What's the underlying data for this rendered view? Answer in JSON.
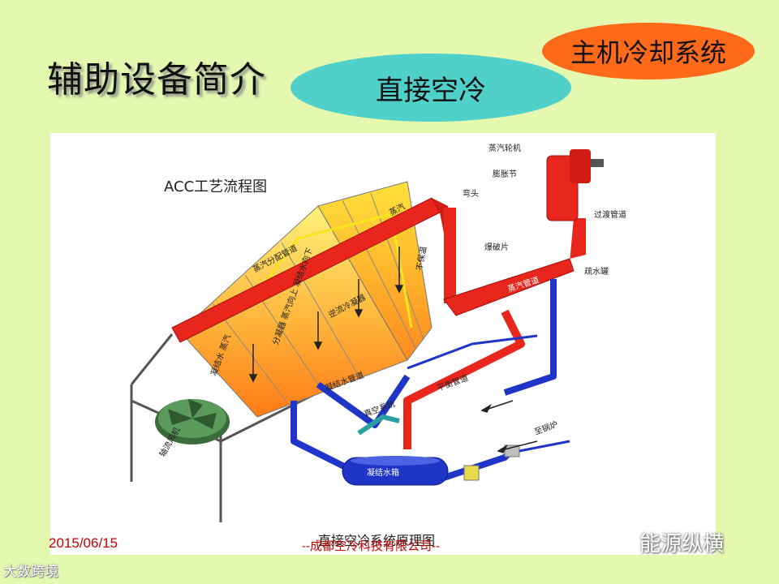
{
  "header": {
    "title": "辅助设备简介",
    "pill_a": "直接空冷",
    "pill_b": "主机冷却系统"
  },
  "diagram": {
    "heading": "ACC工艺流程图",
    "caption": "直接空冷系统原理图",
    "labels": {
      "turbine": "蒸汽轮机",
      "expansion": "膨胀节",
      "elbow": "弯头",
      "exhaust": "过渡管道",
      "steam": "蒸汽",
      "distribution": "蒸汽分配管道",
      "rupture": "爆破片",
      "drain": "疏水罐",
      "main_pipe": "蒸汽管道",
      "condensate_steam": "凝结水\n蒸汽",
      "dephlegmator": "分凝器\n蒸汽向上\n凝结水向下",
      "counterflow": "逆流冷凝器",
      "condensate_pipe": "凝结水管道",
      "balance_pipe": "平衡管道",
      "vacuum": "真空系统",
      "hotwell": "凝结水箱",
      "to_boiler": "至锅炉",
      "fan": "轴流风机",
      "no_heat": "不保温"
    },
    "colors": {
      "steam": "#e8261c",
      "condensate": "#1f35c8",
      "vacuum": "#f5e51e",
      "coil_top": "#ffe84a",
      "coil_bottom": "#ff8a1e"
    }
  },
  "footer": {
    "date": "2015/06/15",
    "center": "--成都空冷科技有限公司--",
    "watermark_left": "大数跨境",
    "watermark_right": "能源纵横"
  }
}
